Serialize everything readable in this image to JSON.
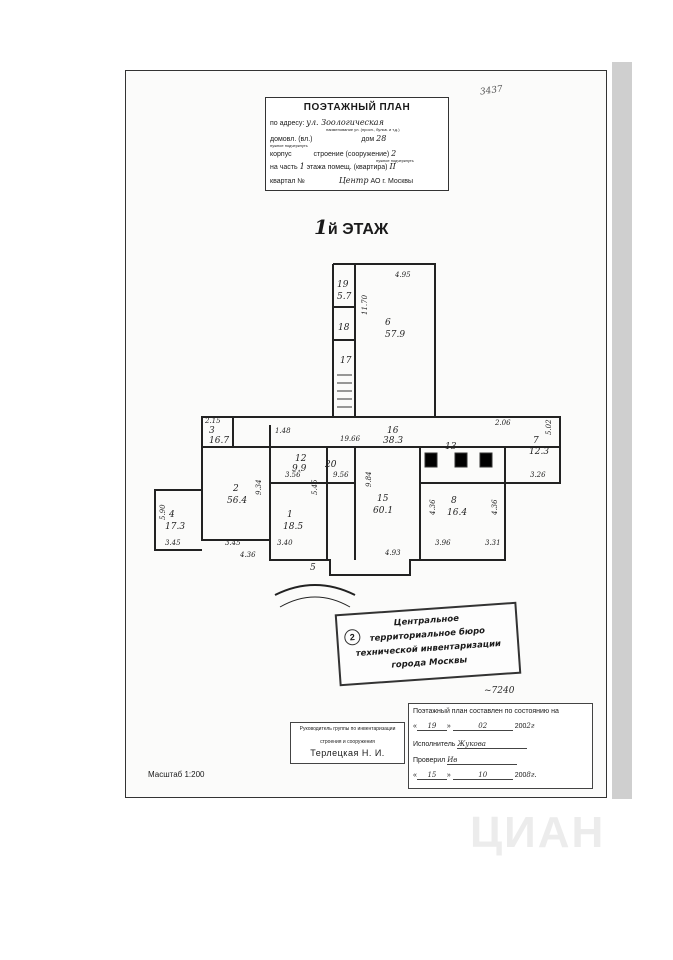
{
  "header": {
    "title": "ПОЭТАЖНЫЙ ПЛАН",
    "address_label": "по адресу:",
    "address_value": "ул. Зоологическая",
    "address_hint": "наименование ул. (просп., бульв. и т.д.)",
    "house_label": "домовл. (вл.)",
    "house_number_label": "дом",
    "house_value": "28",
    "house_hint": "нужное подчеркнуть",
    "korpus_label": "корпус",
    "building_label": "строение (сооружение)",
    "building_value": "2",
    "building_hint": "нужное подчеркнуть",
    "part_label": "на часть",
    "part_value": "1",
    "floor_label": "этажа помещ. (квартира)",
    "floor_roman": "II",
    "kvartal_label": "квартал №",
    "kvartal_value": "Центр",
    "city_label": "АО г. Москвы",
    "stamp_number": "3437"
  },
  "floor": {
    "number": "1",
    "suffix": "й",
    "label": "ЭТАЖ"
  },
  "rooms": [
    {
      "id": "19",
      "area": "5.7"
    },
    {
      "id": "18",
      "area": ""
    },
    {
      "id": "17",
      "area": ""
    },
    {
      "id": "6",
      "area": "57.9"
    },
    {
      "id": "16",
      "area": "38.3"
    },
    {
      "id": "3",
      "area": "16.7"
    },
    {
      "id": "2",
      "area": "56.4"
    },
    {
      "id": "4",
      "area": "17.3"
    },
    {
      "id": "1",
      "area": "18.5"
    },
    {
      "id": "15",
      "area": "60.1"
    },
    {
      "id": "8",
      "area": "16.4"
    },
    {
      "id": "7",
      "area": "12.3"
    },
    {
      "id": "12",
      "area": "9.9"
    },
    {
      "id": "13",
      "area": ""
    },
    {
      "id": "20",
      "area": ""
    },
    {
      "id": "5",
      "area": ""
    }
  ],
  "dims": [
    "4.95",
    "11.70",
    "19.66",
    "2.15",
    "1.48",
    "3.56",
    "9.56",
    "9.34",
    "5.45",
    "9.84",
    "4.36",
    "4.36",
    "3.26",
    "5.02",
    "2.06",
    "3.45",
    "3.45",
    "4.36",
    "3.40",
    "4.93",
    "3.96",
    "3.31",
    "5.90"
  ],
  "bti_stamp": {
    "num": "2",
    "line1": "Центральное",
    "line2": "территориальное бюро",
    "line3": "технической инвентаризации",
    "line4": "города Москвы"
  },
  "extra_number": "~7240",
  "head_stamp": {
    "line1": "Руководитель группы по инвентаризации",
    "line2": "строения и сооружения",
    "name": "Терлецкая Н. И."
  },
  "state": {
    "title": "Поэтажный план составлен по состоянию на",
    "day": "19",
    "month": "02",
    "year_prefix": "200",
    "year_suffix": "2г",
    "executor_label": "Исполнитель",
    "executor_sign": "Жукова",
    "checked_label": "Проверил",
    "checked_sign": "Ив",
    "day2": "15",
    "month2": "10",
    "year2_prefix": "200",
    "year2_suffix": "8г."
  },
  "scale": "Масштаб 1:200",
  "watermark": "ЦИАН"
}
